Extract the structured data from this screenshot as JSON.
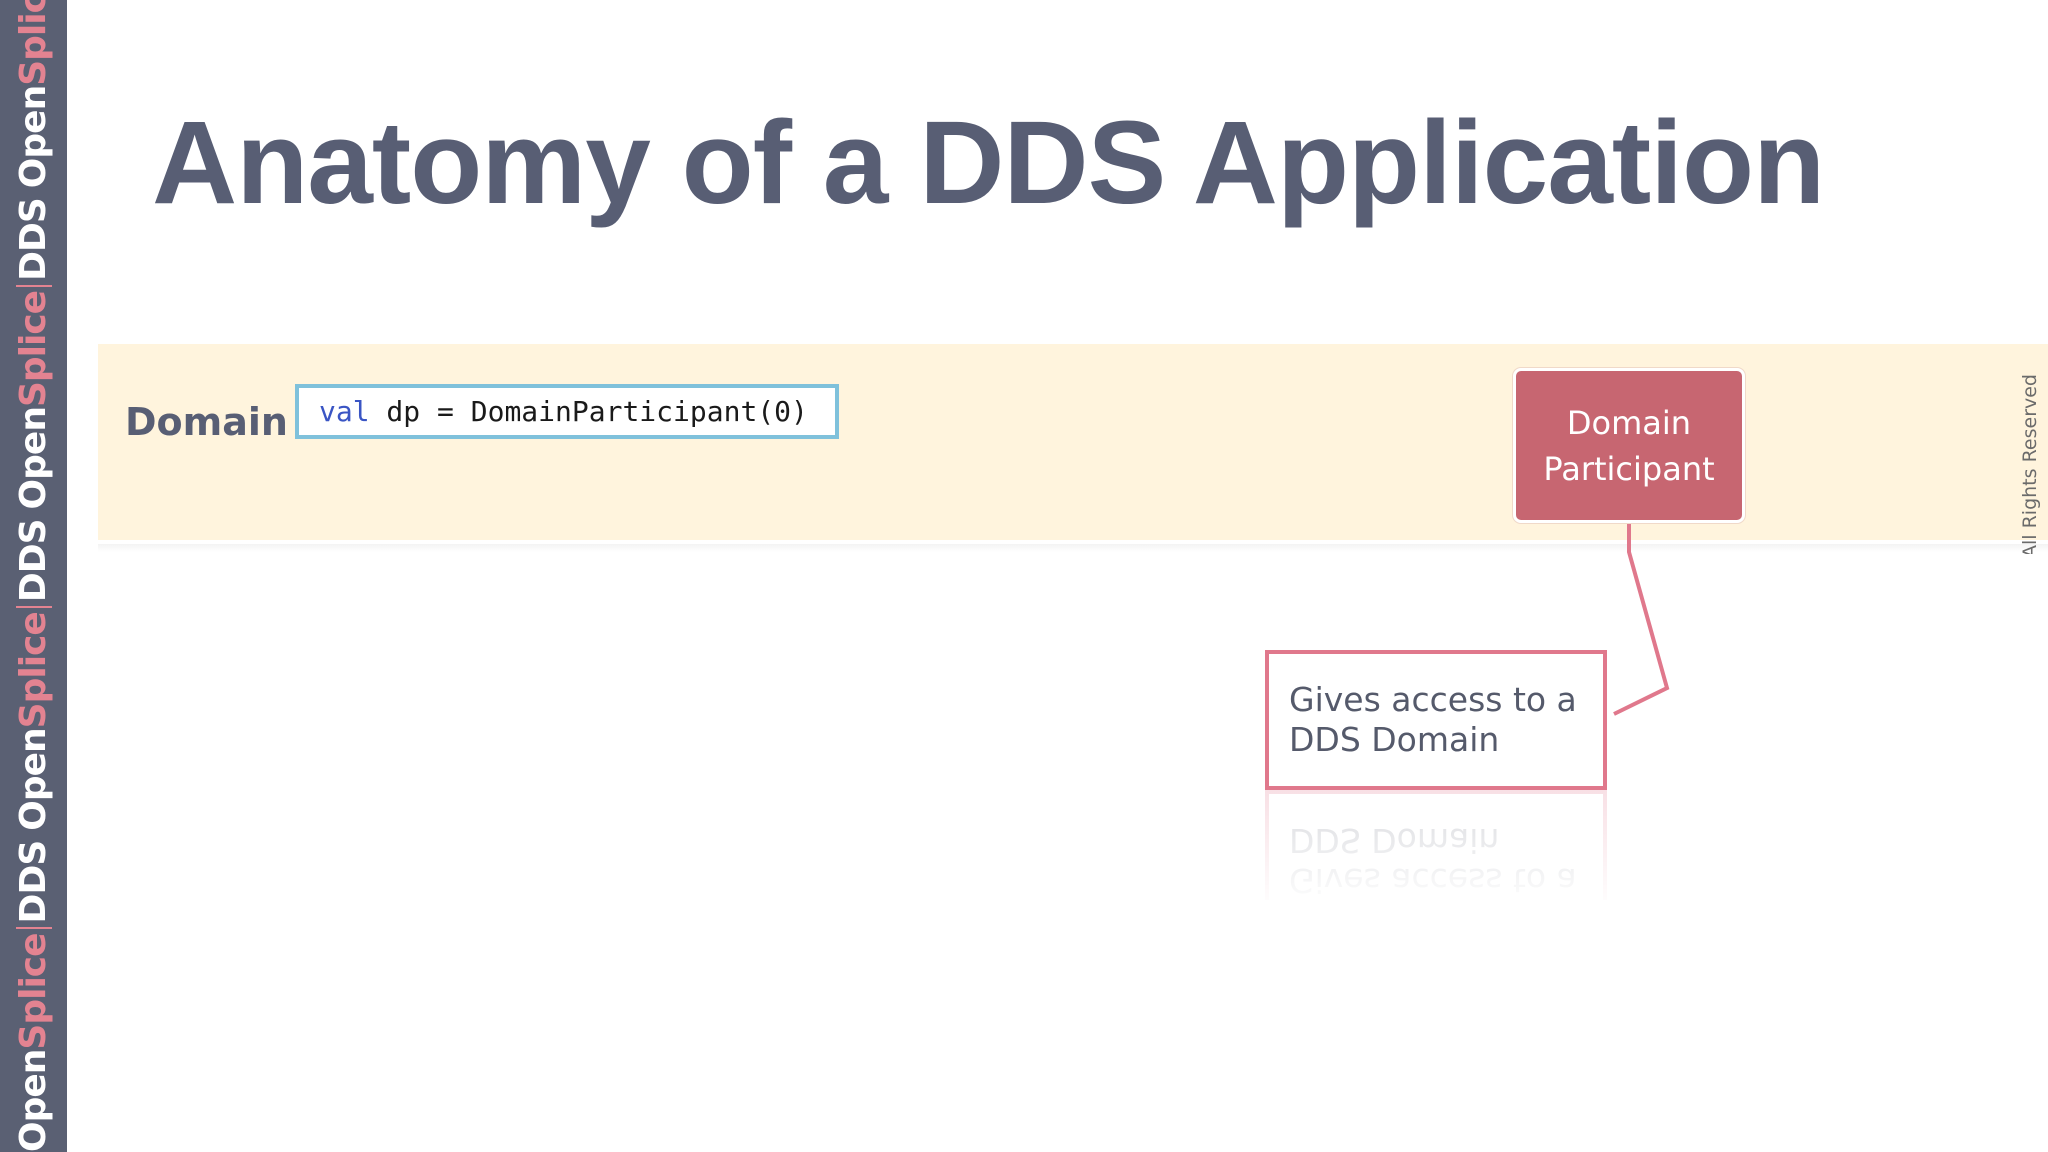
{
  "brand": {
    "product_prefix": "Open",
    "product_suffix": "Splice",
    "standard": "DDS",
    "colors": {
      "strip_background": "#5a6073",
      "accent": "#e38391",
      "text": "#ffffff"
    }
  },
  "slide": {
    "title": "Anatomy of a DDS Application",
    "domain": {
      "label": "Domain",
      "band_color": "#fff4dd"
    },
    "code": {
      "keyword": "val",
      "rest": " dp = DomainParticipant(0)"
    },
    "participant": {
      "line1": "Domain",
      "line2": "Participant",
      "color": "#c76671"
    },
    "callout": {
      "line1": "Gives access to a",
      "line2": "DDS Domain",
      "border_color": "#e0788c"
    },
    "copyright": "All Rights Reserved."
  }
}
